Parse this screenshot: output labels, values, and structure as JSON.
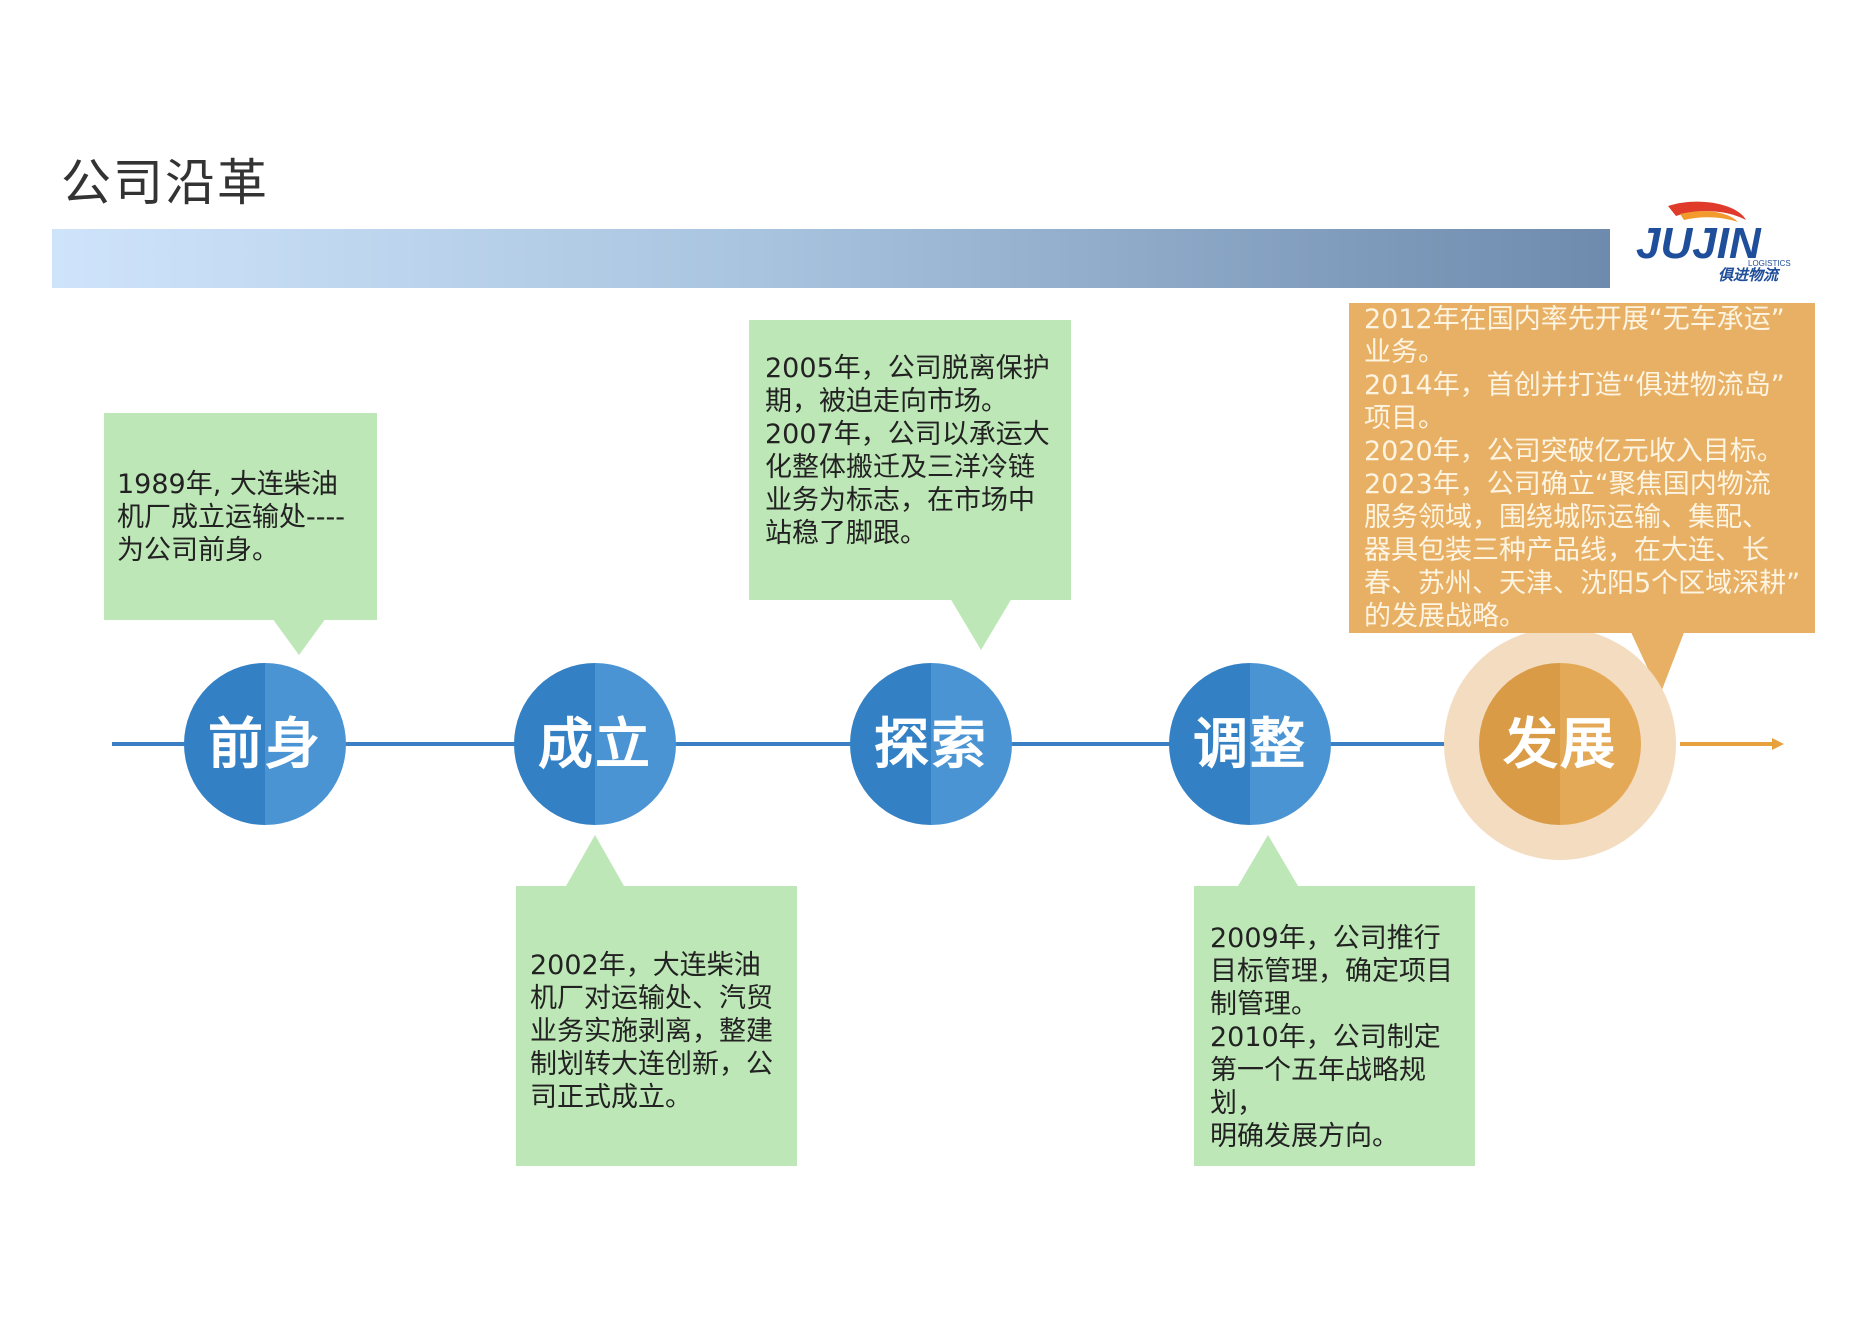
{
  "page": {
    "title": "公司沿革"
  },
  "logo": {
    "wordmark": "JUJIN",
    "subtext": "LOGISTICS",
    "cn": "俱进物流",
    "colors": {
      "blue": "#1f4e9a",
      "red": "#e03a2a",
      "orange": "#f29a2e"
    }
  },
  "timeline": {
    "line_color": "#3b80c4",
    "accent_color": "#e8a23d",
    "nodes": [
      {
        "label": "前身",
        "color": "#3b82c6"
      },
      {
        "label": "成立",
        "color": "#3b82c6"
      },
      {
        "label": "探索",
        "color": "#3b82c6"
      },
      {
        "label": "调整",
        "color": "#3b82c6"
      },
      {
        "label": "发展",
        "color": "#e0a54a"
      }
    ]
  },
  "cards": {
    "qianshen": {
      "text": "1989年, 大连柴油\n机厂成立运输处----\n为公司前身。"
    },
    "chengli": {
      "text": "2002年，大连柴油\n机厂对运输处、汽贸\n业务实施剥离，整建\n制划转大连创新，公\n司正式成立。"
    },
    "tansuo": {
      "text": "2005年，公司脱离保护\n期，被迫走向市场。\n2007年，公司以承运大\n化整体搬迁及三洋冷链\n业务为标志，在市场中\n站稳了脚跟。"
    },
    "tiaozheng": {
      "text": "2009年，公司推行\n目标管理，确定项目\n制管理。\n2010年，公司制定\n第一个五年战略规划，\n明确发展方向。"
    },
    "fazhan": {
      "text": "2012年在国内率先开展“无车承运”\n业务。\n2014年，首创并打造“俱进物流岛”\n项目。\n2020年，公司突破亿元收入目标。\n2023年，公司确立“聚焦国内物流\n服务领域，围绕城际运输、集配、\n器具包装三种产品线，在大连、长\n春、苏州、天津、沈阳5个区域深耕”\n的发展战略。"
    }
  }
}
